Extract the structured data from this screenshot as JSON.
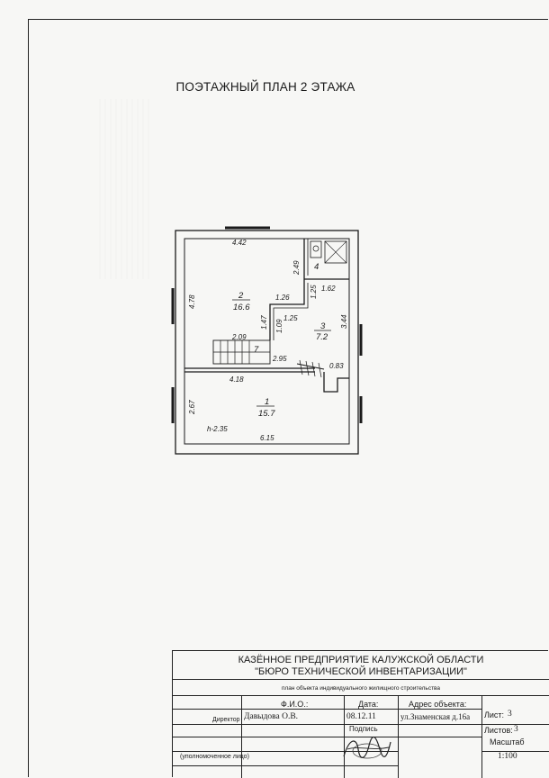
{
  "title": "ПОЭТАЖНЫЙ ПЛАН 2 ЭТАЖА",
  "plan": {
    "dimensions": {
      "d442": "4.42",
      "d478": "4.78",
      "d249": "2.49",
      "d162": "1.62",
      "d126": "1.26",
      "d125a": "1.25",
      "d147": "1.47",
      "d109": "1.09",
      "d125b": "1.25",
      "d344": "3.44",
      "d209": "2.09",
      "d295": "2.95",
      "d083": "0.83",
      "d418": "4.18",
      "d267": "2.67",
      "d615": "6.15",
      "height": "h-2.35"
    },
    "rooms": {
      "r1_num": "1",
      "r1_area": "15.7",
      "r2_num": "2",
      "r2_area": "16.6",
      "r3_num": "3",
      "r3_area": "7.2",
      "r4_num": "4",
      "r7_num": "7"
    }
  },
  "stamp": {
    "org_line1": "КАЗЁННОЕ ПРЕДПРИЯТИЕ КАЛУЖСКОЙ ОБЛАСТИ",
    "org_line2": "\"БЮРО ТЕХНИЧЕСКОЙ ИНВЕНТАРИЗАЦИИ\"",
    "subtitle": "план объекта индивидуального жилищного строительства",
    "fio_label": "Ф.И.О.:",
    "date_label": "Дата:",
    "address_label": "Адрес объекта:",
    "sheet_label": "Лист:",
    "sheet_value": "3",
    "director_label": "Директор",
    "fio_value": "Давыдова О.В.",
    "date_value": "08.12.11",
    "address_value": "ул.Знаменская д.16а",
    "sheets_label": "Листов:",
    "sheets_value": "3",
    "signature_label": "Подпись",
    "authorized_label": "(уполномоченное лицо)",
    "scale_label": "Масштаб",
    "scale_value": "1:100"
  }
}
